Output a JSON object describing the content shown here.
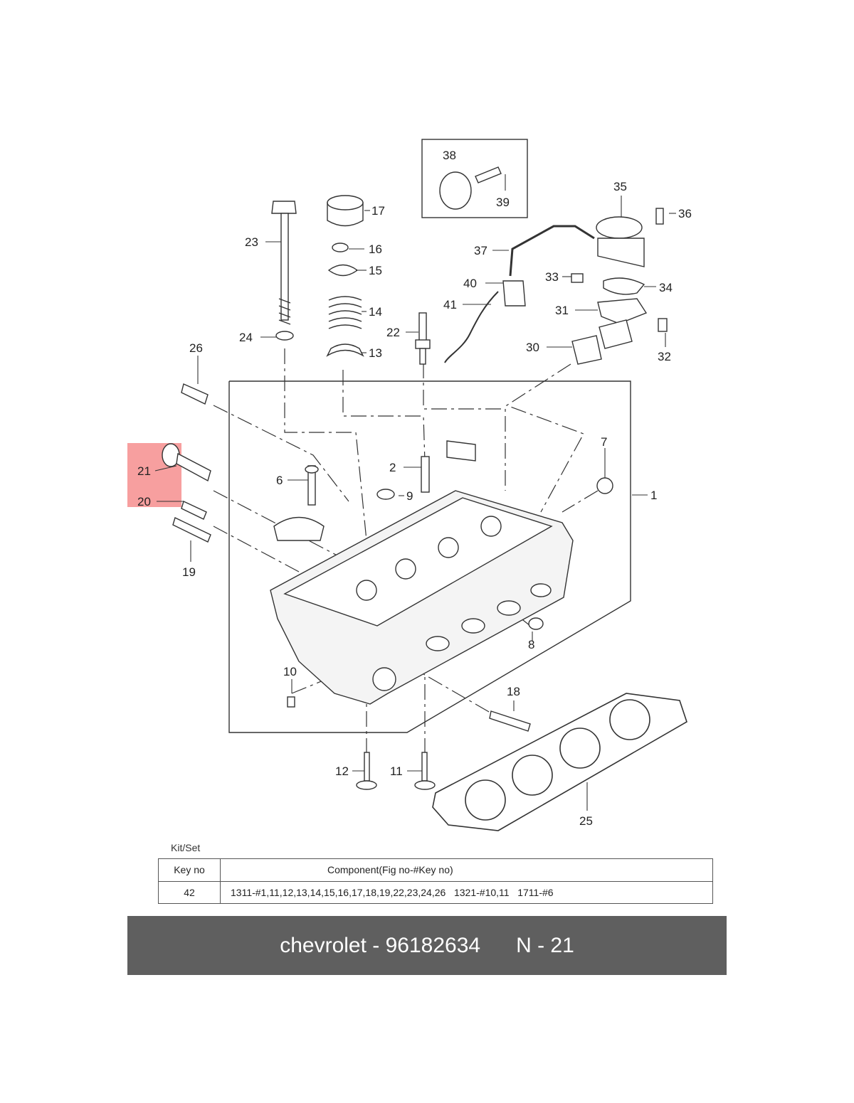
{
  "callouts": [
    "1",
    "2",
    "6",
    "7",
    "8",
    "9",
    "10",
    "11",
    "12",
    "13",
    "14",
    "15",
    "16",
    "17",
    "18",
    "19",
    "20",
    "21",
    "22",
    "23",
    "24",
    "25",
    "26",
    "30",
    "31",
    "32",
    "33",
    "34",
    "35",
    "36",
    "37",
    "38",
    "39",
    "40",
    "41"
  ],
  "highlight_color": "#f05050",
  "kit_table": {
    "title": "Kit/Set",
    "header_key": "Key no",
    "header_component": "Component(Fig no-#Key no)",
    "row_key": "42",
    "row_component": "1311-#1,11,12,13,14,15,16,17,18,19,22,23,24,26   1321-#10,11   1711-#6"
  },
  "footer": {
    "brand": "chevrolet - 96182634",
    "code": "N - 21",
    "background": "#5f5f5f"
  }
}
